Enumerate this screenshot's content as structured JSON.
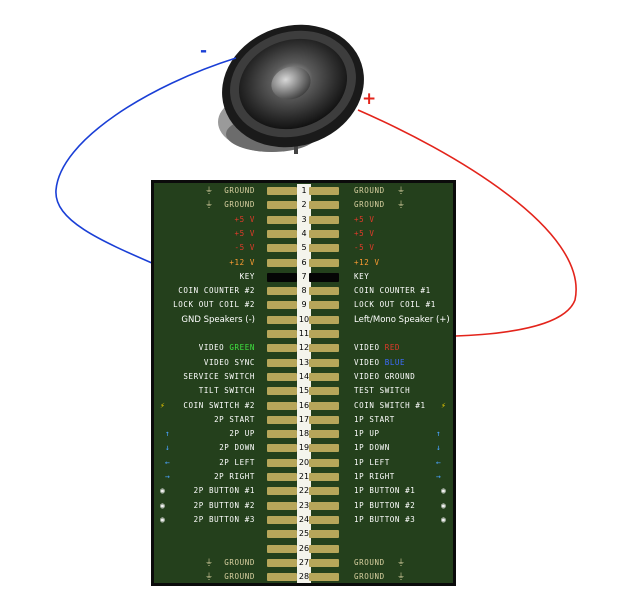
{
  "speaker": {
    "minus_label": "-",
    "plus_label": "+"
  },
  "colors": {
    "wire_negative": "#1a3fd6",
    "wire_positive": "#e3241b",
    "board": "#24401c",
    "pad": "#b7a65a"
  },
  "rows": [
    {
      "pin": "1",
      "left": [
        {
          "t": "GROUND",
          "c": "gnd"
        }
      ],
      "right": [
        {
          "t": "GROUND",
          "c": "gnd"
        }
      ],
      "icon_left": "ground-icon",
      "icon_right": "ground-icon"
    },
    {
      "pin": "2",
      "left": [
        {
          "t": "GROUND",
          "c": "gnd"
        }
      ],
      "right": [
        {
          "t": "GROUND",
          "c": "gnd"
        }
      ],
      "icon_left": "ground-icon",
      "icon_right": "ground-icon"
    },
    {
      "pin": "3",
      "left": [
        {
          "t": "+5 V",
          "c": "red"
        }
      ],
      "right": [
        {
          "t": "+5 V",
          "c": "red"
        }
      ]
    },
    {
      "pin": "4",
      "left": [
        {
          "t": "+5 V",
          "c": "red"
        }
      ],
      "right": [
        {
          "t": "+5 V",
          "c": "red"
        }
      ]
    },
    {
      "pin": "5",
      "left": [
        {
          "t": "-5 V",
          "c": "red"
        }
      ],
      "right": [
        {
          "t": "-5 V",
          "c": "red"
        }
      ]
    },
    {
      "pin": "6",
      "left": [
        {
          "t": "+12 V",
          "c": "org"
        }
      ],
      "right": [
        {
          "t": "+12 V",
          "c": "org"
        }
      ]
    },
    {
      "pin": "7",
      "left": [
        {
          "t": "KEY",
          "c": ""
        }
      ],
      "right": [
        {
          "t": "KEY",
          "c": ""
        }
      ],
      "key": true
    },
    {
      "pin": "8",
      "left": [
        {
          "t": "COIN COUNTER #2",
          "c": ""
        }
      ],
      "right": [
        {
          "t": "COIN COUNTER #1",
          "c": ""
        }
      ]
    },
    {
      "pin": "9",
      "left": [
        {
          "t": "LOCK OUT COIL #2",
          "c": ""
        }
      ],
      "right": [
        {
          "t": "LOCK OUT COIL #1",
          "c": ""
        }
      ]
    },
    {
      "pin": "10",
      "left": [
        {
          "t": "GND Speakers (-)",
          "c": ""
        }
      ],
      "right": [
        {
          "t": "Left/Mono Speaker (+)",
          "c": ""
        }
      ],
      "speaker": true
    },
    {
      "pin": "11",
      "left": [],
      "right": []
    },
    {
      "pin": "12",
      "left": [
        {
          "t": "VIDEO ",
          "c": ""
        },
        {
          "t": "GREEN",
          "c": "grn"
        }
      ],
      "right": [
        {
          "t": "VIDEO ",
          "c": ""
        },
        {
          "t": "RED",
          "c": "red"
        }
      ]
    },
    {
      "pin": "13",
      "left": [
        {
          "t": "VIDEO SYNC",
          "c": ""
        }
      ],
      "right": [
        {
          "t": "VIDEO ",
          "c": ""
        },
        {
          "t": "BLUE",
          "c": "blu"
        }
      ]
    },
    {
      "pin": "14",
      "left": [
        {
          "t": "SERVICE SWITCH",
          "c": ""
        }
      ],
      "right": [
        {
          "t": "VIDEO GROUND",
          "c": ""
        }
      ]
    },
    {
      "pin": "15",
      "left": [
        {
          "t": "TILT SWITCH",
          "c": ""
        }
      ],
      "right": [
        {
          "t": "TEST SWITCH",
          "c": ""
        }
      ]
    },
    {
      "pin": "16",
      "left": [
        {
          "t": "COIN SWITCH #2",
          "c": ""
        }
      ],
      "right": [
        {
          "t": "COIN SWITCH #1",
          "c": ""
        }
      ],
      "icon_left": "coin-icon",
      "icon_right": "coin-icon"
    },
    {
      "pin": "17",
      "left": [
        {
          "t": "2P START",
          "c": ""
        }
      ],
      "right": [
        {
          "t": "1P START",
          "c": ""
        }
      ]
    },
    {
      "pin": "18",
      "left": [
        {
          "t": "2P UP",
          "c": ""
        }
      ],
      "right": [
        {
          "t": "1P UP",
          "c": ""
        }
      ],
      "icon_left": "arrow-up-icon",
      "icon_right": "arrow-up-icon"
    },
    {
      "pin": "19",
      "left": [
        {
          "t": "2P DOWN",
          "c": ""
        }
      ],
      "right": [
        {
          "t": "1P DOWN",
          "c": ""
        }
      ],
      "icon_left": "arrow-down-icon",
      "icon_right": "arrow-down-icon"
    },
    {
      "pin": "20",
      "left": [
        {
          "t": "2P LEFT",
          "c": ""
        }
      ],
      "right": [
        {
          "t": "1P LEFT",
          "c": ""
        }
      ],
      "icon_left": "arrow-left-icon",
      "icon_right": "arrow-left-icon"
    },
    {
      "pin": "21",
      "left": [
        {
          "t": "2P RIGHT",
          "c": ""
        }
      ],
      "right": [
        {
          "t": "1P RIGHT",
          "c": ""
        }
      ],
      "icon_left": "arrow-right-icon",
      "icon_right": "arrow-right-icon"
    },
    {
      "pin": "22",
      "left": [
        {
          "t": "2P BUTTON #1",
          "c": ""
        }
      ],
      "right": [
        {
          "t": "1P BUTTON #1",
          "c": ""
        }
      ],
      "icon_left": "button-icon",
      "icon_right": "button-icon"
    },
    {
      "pin": "23",
      "left": [
        {
          "t": "2P BUTTON #2",
          "c": ""
        }
      ],
      "right": [
        {
          "t": "1P BUTTON #2",
          "c": ""
        }
      ],
      "icon_left": "button-icon",
      "icon_right": "button-icon"
    },
    {
      "pin": "24",
      "left": [
        {
          "t": "2P BUTTON #3",
          "c": ""
        }
      ],
      "right": [
        {
          "t": "1P BUTTON #3",
          "c": ""
        }
      ],
      "icon_left": "button-icon",
      "icon_right": "button-icon"
    },
    {
      "pin": "25",
      "left": [],
      "right": []
    },
    {
      "pin": "26",
      "left": [],
      "right": []
    },
    {
      "pin": "27",
      "left": [
        {
          "t": "GROUND",
          "c": "gnd"
        }
      ],
      "right": [
        {
          "t": "GROUND",
          "c": "gnd"
        }
      ],
      "icon_left": "ground-icon",
      "icon_right": "ground-icon"
    },
    {
      "pin": "28",
      "left": [
        {
          "t": "GROUND",
          "c": "gnd"
        }
      ],
      "right": [
        {
          "t": "GROUND",
          "c": "gnd"
        }
      ],
      "icon_left": "ground-icon",
      "icon_right": "ground-icon"
    }
  ]
}
